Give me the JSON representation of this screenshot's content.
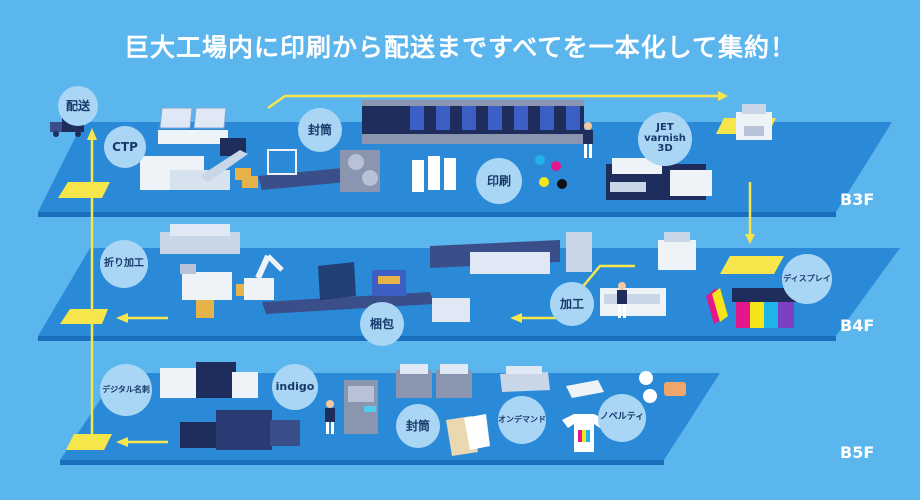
{
  "title": "巨大工場内に印刷から配送まですべてを一本化して集約！",
  "floors": {
    "b3f": "B3F",
    "b4f": "B4F",
    "b5f": "B5F"
  },
  "labels": {
    "delivery": "配送",
    "ctp": "CTP",
    "envelope_b3f": "封筒",
    "printing": "印刷",
    "jet_varnish": "JET\nvarnish\n3D",
    "folding": "折り加工",
    "packing": "梱包",
    "processing": "加工",
    "display": "ディスプレイ",
    "digital_card": "デジタル名刺",
    "indigo": "indigo",
    "envelope_b5f": "封筒",
    "on_demand": "オンデマンド",
    "novelty": "ノベルティ"
  },
  "colors": {
    "background": "#5cb6ee",
    "floor": "#2a8ad8",
    "floor_edge": "#1b6ebc",
    "flow_arrow": "#f6e64b",
    "bubble": "#a9d6f5",
    "machine_dark": "#1f2d5c",
    "machine_light": "#eef3f8"
  },
  "icons": [
    "delivery-truck-icon",
    "printer-icon",
    "robot-arm-icon",
    "box-icon",
    "ink-drop-icon",
    "worker-icon",
    "tshirt-icon",
    "envelope-icon",
    "badge-icon"
  ]
}
